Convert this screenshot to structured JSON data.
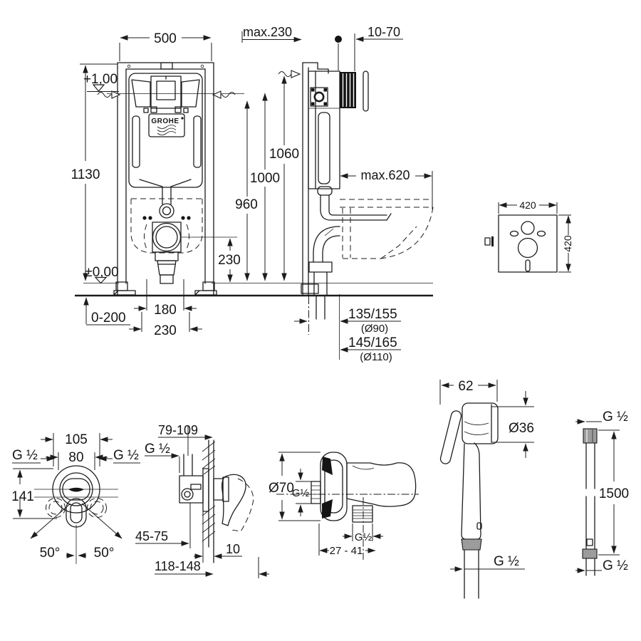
{
  "colors": {
    "line": "#1c1c1c",
    "metal_gray": "#9c9c9c",
    "black_fill": "#141414",
    "background": "#ffffff"
  },
  "frame_front": {
    "width": "500",
    "height": "1130",
    "level_plus": "+1,00",
    "level_zero": "±0,00",
    "floor_adjust": "0-200",
    "bolt_spacing": "180",
    "bottom_spacing": "230",
    "outlet_height": "230",
    "brand": "GROHE"
  },
  "frame_side": {
    "front_clearance": "max.230",
    "plate_range": "10-70",
    "h_top": "1060",
    "h_supply": "1000",
    "h_flush": "960",
    "depth": "max.620",
    "drain_small": "135/155",
    "drain_small_dia": "(Ø90)",
    "drain_large": "145/165",
    "drain_large_dia": "(Ø110)"
  },
  "sound_plate": {
    "width": "420",
    "height": "420"
  },
  "mixer_front": {
    "dim_105": "105",
    "dim_80": "80",
    "g_left": "G ½",
    "g_right": "G ½",
    "dim_141": "141",
    "angle_left": "50°",
    "angle_right": "50°"
  },
  "mixer_side": {
    "dim_79_109": "79-109",
    "g": "G ½",
    "dim_45_75": "45-75",
    "dim_10": "10",
    "dim_118_148": "118-148"
  },
  "holder": {
    "dia": "Ø70",
    "g_inlet": "G½",
    "g_outlet": "G½",
    "dim_27_41": "27 - 41"
  },
  "hand_shower": {
    "dim_62": "62",
    "dia": "Ø36",
    "g": "G ½"
  },
  "hose": {
    "g_top": "G ½",
    "length": "1500",
    "g_bottom": "G ½"
  }
}
